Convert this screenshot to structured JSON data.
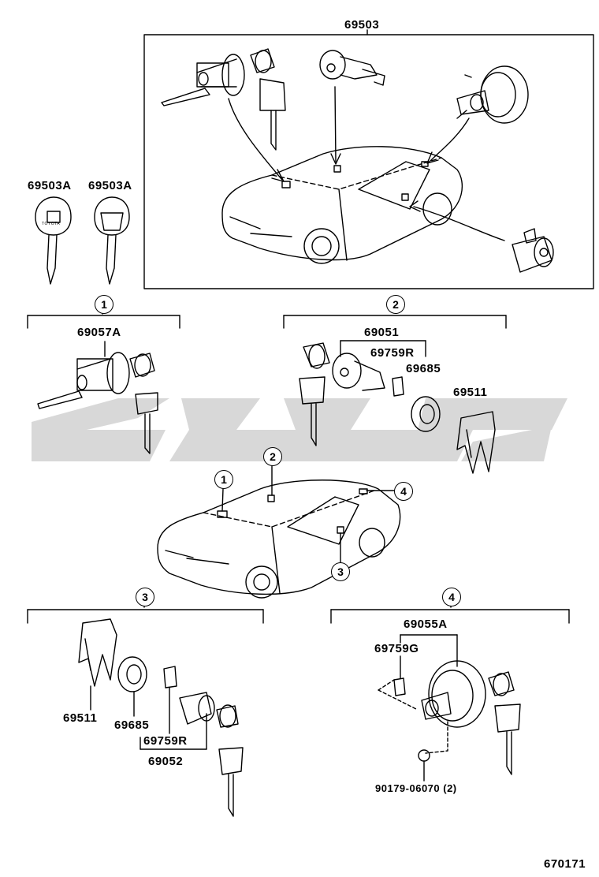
{
  "labels": {
    "assembly_top": "69503",
    "key_a_left": "69503A",
    "key_a_right": "69503A",
    "g1_part": "69057A",
    "g2_main": "69051",
    "g2_retainer": "69759R",
    "g2_ring": "69685",
    "g2_clip": "69511",
    "g3_clip": "69511",
    "g3_ring": "69685",
    "g3_retainer": "69759R",
    "g3_main": "69052",
    "g4_main": "69055A",
    "g4_retainer": "69759G",
    "g4_bolt": "90179-06070 (2)",
    "key_brand": "TOYOTA",
    "drawing_number": "670171"
  },
  "callouts": {
    "g1": "1",
    "g2": "2",
    "g3": "3",
    "g4": "4",
    "car1": "1",
    "car2": "2",
    "car3": "3",
    "car4": "4"
  },
  "colors": {
    "ink": "#000000",
    "watermark": "#d8d8d8"
  }
}
